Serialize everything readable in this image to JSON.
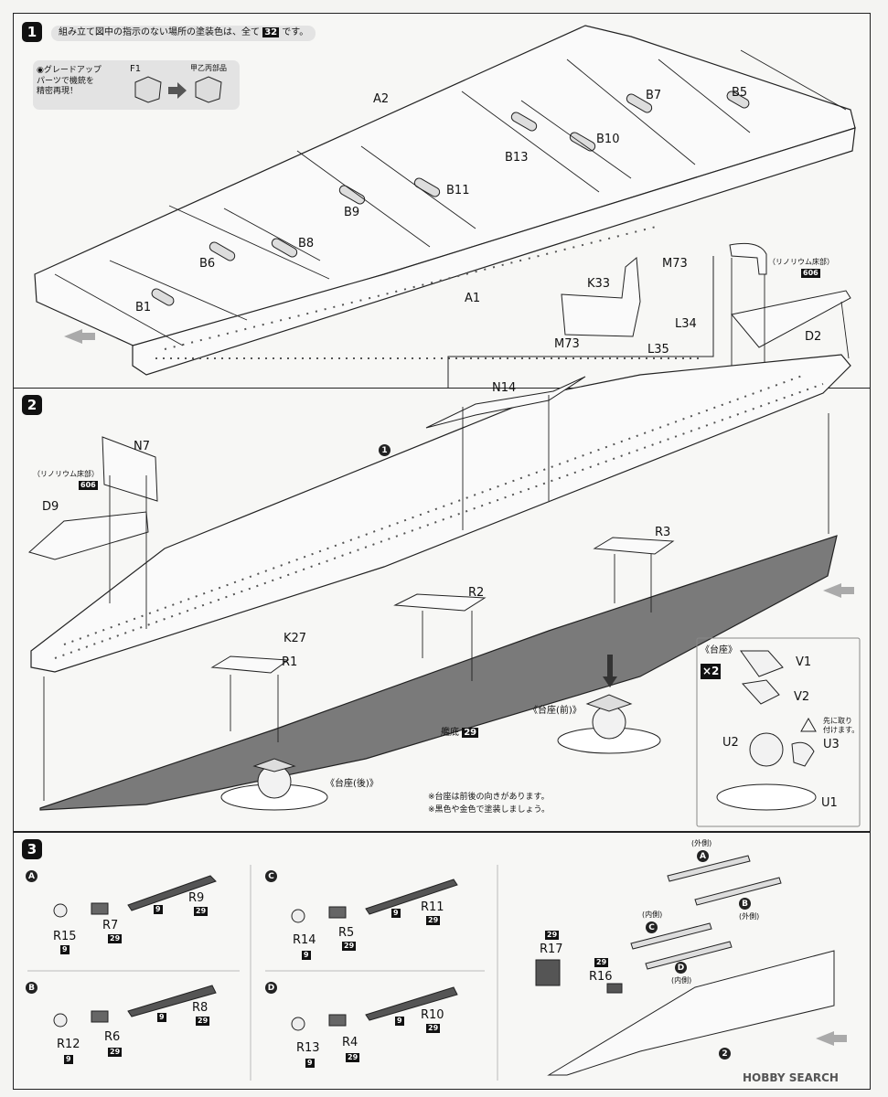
{
  "step1": {
    "num": "1",
    "instruction_pre": "組み立て図中の指示のない場所の塗装色は、全て",
    "instruction_color": "32",
    "instruction_post": "です。",
    "upgrade_note": "◉グレードアップ\nパーツで機銃を\n精密再現！",
    "upgrade_from": "F1",
    "upgrade_to": "甲乙丙部品",
    "parts": {
      "A2": "A2",
      "A1": "A1",
      "B1": "B1",
      "B6": "B6",
      "B8": "B8",
      "B9": "B9",
      "B11": "B11",
      "B13": "B13",
      "B10": "B10",
      "B7": "B7",
      "B5": "B5",
      "K33": "K33",
      "M73a": "M73",
      "M73b": "M73",
      "L34": "L34",
      "L35": "L35",
      "D2": "D2"
    },
    "linoleum_label": "（リノリウム床部）",
    "linoleum_color": "606"
  },
  "step2": {
    "num": "2",
    "sub_ref": "1",
    "parts": {
      "N14": "N14",
      "N7": "N7",
      "D9": "D9",
      "K27": "K27",
      "R1": "R1",
      "R2": "R2",
      "R3": "R3",
      "V1": "V1",
      "V2": "V2",
      "U1": "U1",
      "U2": "U2",
      "U3": "U3"
    },
    "linoleum_label": "（リノリウム床部）",
    "linoleum_color": "606",
    "hull_label": "艦底",
    "hull_color": "29",
    "stand_front": "《台座(前)》",
    "stand_rear": "《台座(後)》",
    "stand_box_title": "《台座》",
    "stand_box_count": "×2",
    "stand_attach_note": "先に取り\n付けます。",
    "note1": "※台座は前後の向きがあります。",
    "note2": "※黒色や金色で塗装しましょう。"
  },
  "step3": {
    "num": "3",
    "groups": [
      {
        "letter": "A",
        "parts": [
          "R15",
          "R7",
          "R9"
        ],
        "colors": [
          "9",
          "29",
          "9",
          "29"
        ]
      },
      {
        "letter": "C",
        "parts": [
          "R14",
          "R5",
          "R11"
        ],
        "colors": [
          "9",
          "29",
          "9",
          "29"
        ]
      },
      {
        "letter": "B",
        "parts": [
          "R12",
          "R6",
          "R8"
        ],
        "colors": [
          "9",
          "29",
          "9",
          "29"
        ]
      },
      {
        "letter": "D",
        "parts": [
          "R13",
          "R4",
          "R10"
        ],
        "colors": [
          "9",
          "29",
          "9",
          "29"
        ]
      }
    ],
    "install": {
      "R17": "R17",
      "R16": "R16",
      "color_r17": "29",
      "color_r16": "29",
      "outer": "(外側)",
      "inner": "(内側)",
      "ref": "2"
    }
  },
  "watermark": "HOBBY SEARCH"
}
